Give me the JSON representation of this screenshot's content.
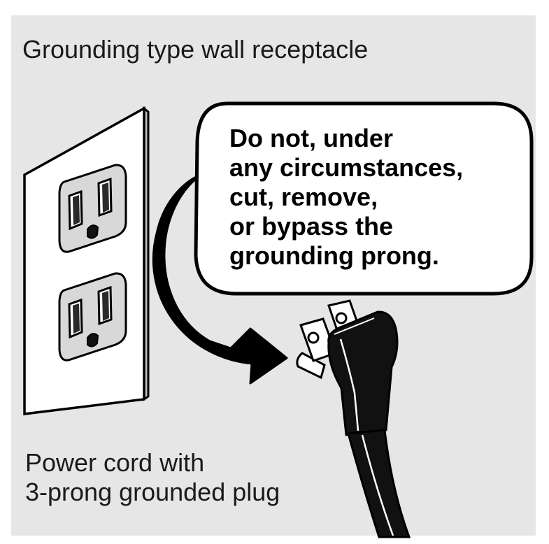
{
  "title": "Grounding type wall receptacle",
  "warning_lines": [
    "Do not, under",
    "any circumstances,",
    "cut, remove,",
    "or bypass the",
    "grounding prong."
  ],
  "cord_label_lines": [
    "Power cord with",
    "3-prong grounded plug"
  ],
  "colors": {
    "background": "#e6e6e6",
    "plate": "#ffffff",
    "outline": "#000000",
    "plug": "#111111"
  },
  "icons": [
    "wall-receptacle-icon",
    "power-plug-icon",
    "arrow-icon"
  ]
}
